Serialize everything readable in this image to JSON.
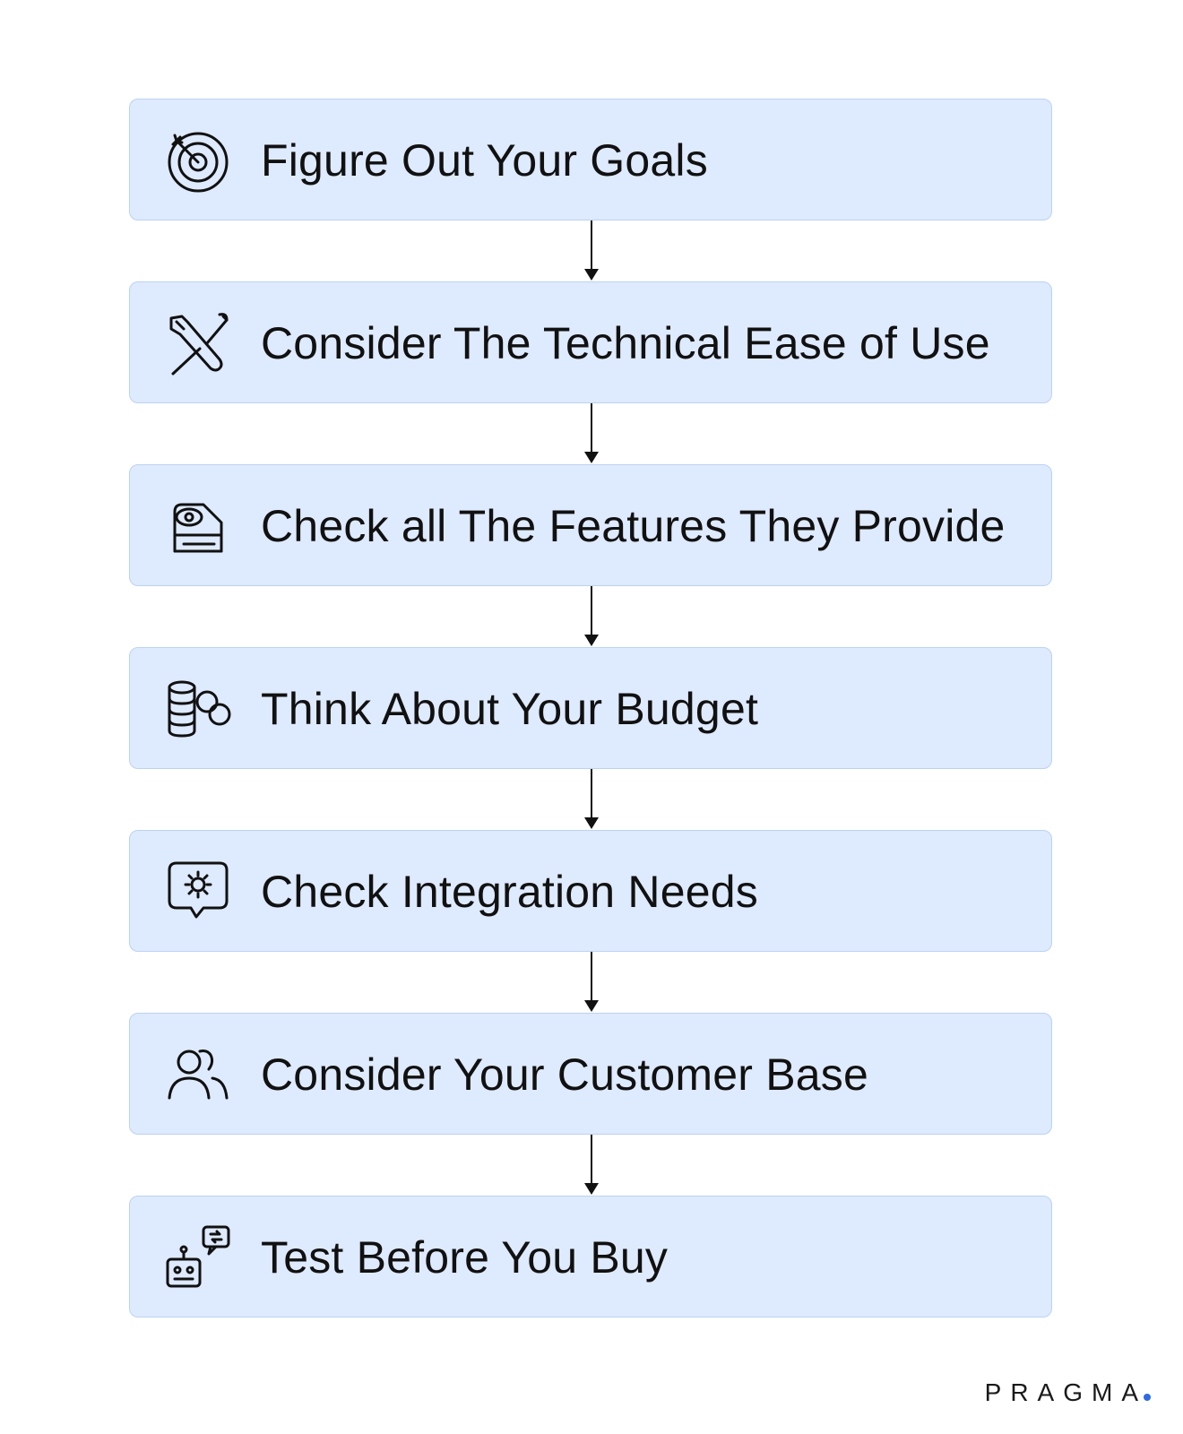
{
  "steps": [
    {
      "label": "Figure Out Your Goals",
      "icon": "target-icon"
    },
    {
      "label": "Consider The Technical Ease of Use",
      "icon": "tools-icon"
    },
    {
      "label": "Check all The Features They Provide",
      "icon": "features-icon"
    },
    {
      "label": "Think About Your Budget",
      "icon": "coins-icon"
    },
    {
      "label": "Check Integration Needs",
      "icon": "integration-gear-icon"
    },
    {
      "label": "Consider Your Customer Base",
      "icon": "users-icon"
    },
    {
      "label": "Test Before You Buy",
      "icon": "robot-chat-icon"
    }
  ],
  "brand": {
    "name": "PRAGMA",
    "dot_color": "#2d6ae3"
  },
  "colors": {
    "box_fill": "#deeafd",
    "box_border": "#bcd2f4",
    "text": "#111111"
  }
}
